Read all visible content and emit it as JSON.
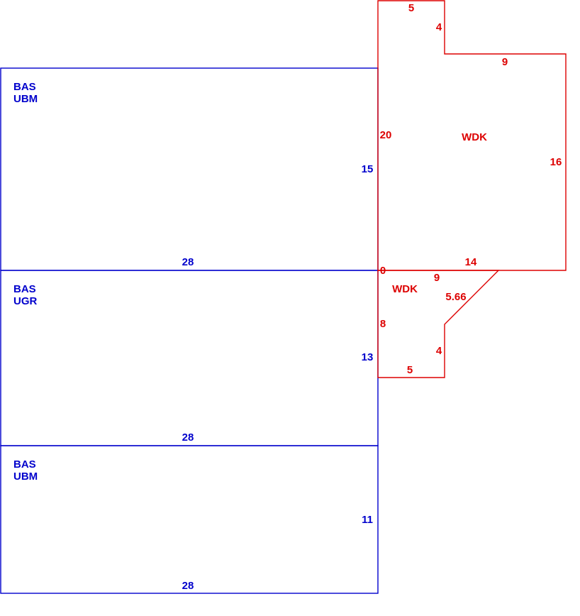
{
  "colors": {
    "building": "#0000cc",
    "deck": "#dd0000",
    "background": "#ffffff"
  },
  "areas": [
    {
      "id": "upper-bas",
      "code": "BAS",
      "subcode": "UBM",
      "side_dim": "15",
      "bottom_dim": "28"
    },
    {
      "id": "middle-bas",
      "code": "BAS",
      "subcode": "UGR",
      "side_dim": "13",
      "bottom_dim": "28"
    },
    {
      "id": "lower-bas",
      "code": "BAS",
      "subcode": "UBM",
      "side_dim": "11",
      "bottom_dim": "28"
    }
  ],
  "decks": {
    "upper": {
      "code": "WDK",
      "dims": {
        "top": "5",
        "notch": "4",
        "step": "9",
        "left": "20",
        "right": "16",
        "bottom": "14",
        "origin": "0"
      }
    },
    "lower": {
      "code": "WDK",
      "dims": {
        "top": "9",
        "diagonal": "5.66",
        "left": "8",
        "notch": "4",
        "bottom": "5"
      }
    }
  }
}
